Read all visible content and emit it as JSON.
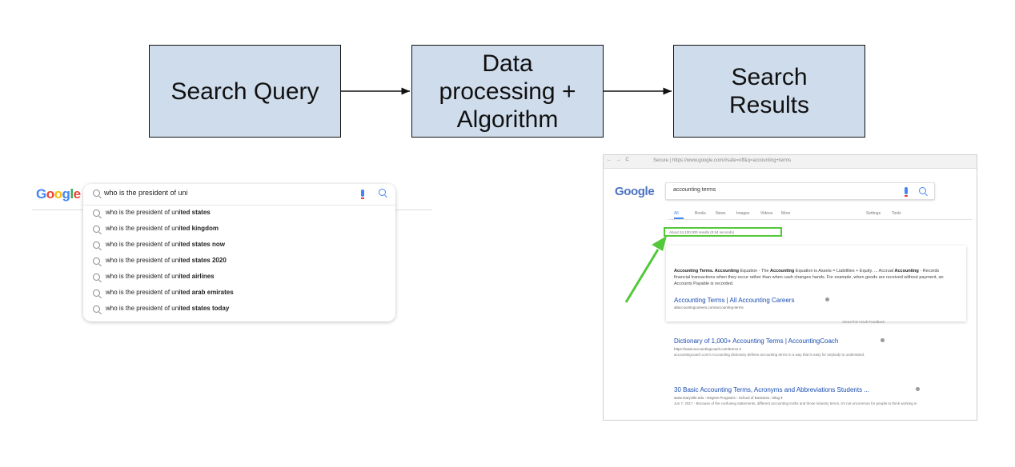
{
  "flow": {
    "box1": "Search Query",
    "box2": "Data\nprocessing +\nAlgorithm",
    "box3": "Search\nResults"
  },
  "autocomplete": {
    "logo": "Google",
    "query": "who is the president of uni",
    "suggestions": [
      {
        "prefix": "who is the president of ",
        "mid": "un",
        "bold": "ited states"
      },
      {
        "prefix": "who is the president of ",
        "mid": "un",
        "bold": "ited kingdom"
      },
      {
        "prefix": "who is the president of ",
        "mid": "un",
        "bold": "ited states now"
      },
      {
        "prefix": "who is the president of ",
        "mid": "un",
        "bold": "ited states 2020"
      },
      {
        "prefix": "who is the president of ",
        "mid": "un",
        "bold": "ited airlines"
      },
      {
        "prefix": "who is the president of ",
        "mid": "un",
        "bold": "ited arab emirates"
      },
      {
        "prefix": "who is the president of ",
        "mid": "un",
        "bold": "ited states today"
      }
    ],
    "colors": {
      "blue": "#4285f4",
      "red": "#ea4335",
      "yellow": "#fbbc05",
      "green": "#34a853"
    }
  },
  "results": {
    "nav_icons": "← → C",
    "url": "Secure | https://www.google.com/#safe=off&q=accounting+terms",
    "logo": "Google",
    "query": "accounting terms",
    "tabs": [
      "All",
      "Books",
      "News",
      "Images",
      "Videos",
      "More",
      "Settings",
      "Tools"
    ],
    "count_text": "About 24,100,000 results (0.54 seconds)",
    "snippet_bold1": "Accounting Terms. Accounting",
    "snippet_text1": " Equation - The ",
    "snippet_bold2": "Accounting",
    "snippet_text2": " Equation is Assets = Liabilities + Equity. ... Accrual ",
    "snippet_bold3": "Accounting",
    "snippet_text3": " - Records financial transactions when they occur rather than when cash changes hands. For example, when goods are received without payment, an Accounts Payable is recorded.",
    "card_title": "Accounting Terms | All Accounting Careers",
    "card_url": "allaccountingcareers.com/accounting-terms",
    "feedback": "About this result     Feedback",
    "r1_title": "Dictionary of 1,000+ Accounting Terms | AccountingCoach",
    "r1_url": "https://www.accountingcoach.com/terms ▾",
    "r1_desc": "accountingcoach.com's Accounting dictionary defines accounting terms in a way that is easy for anybody to understand.",
    "r2_title": "30 Basic Accounting Terms, Acronyms and Abbreviations Students ...",
    "r2_url": "www.maryville.edu › Degree Programs › School of Business › Blog ▾",
    "r2_desc": "Jun 7, 2017 - Because of the confusing statements, different accounting truths and those industry terms, it's not uncommon for people to think working in",
    "highlight_color": "#53c83b"
  }
}
